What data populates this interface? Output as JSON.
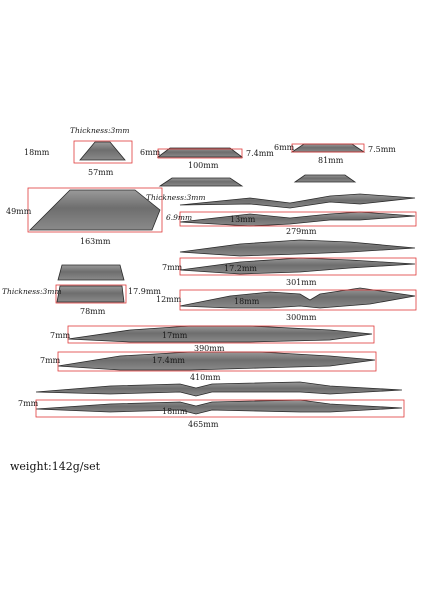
{
  "labels": {
    "thickness_a": "Thickness:3mm",
    "thickness_b": "Thickness:3mm",
    "thickness_c": "Thickness:3mm",
    "p1_h": "18mm",
    "p1_w": "57mm",
    "p2_h": "6mm",
    "p2_h2": "7.4mm",
    "p2_w": "100mm",
    "p3_h": "6mm",
    "p3_h2": "7.5mm",
    "p3_w": "81mm",
    "p4_h": "49mm",
    "p4_w": "163mm",
    "p5_h": "6.9mm",
    "p5_mid": "13mm",
    "p5_w": "279mm",
    "p6_h": "7mm",
    "p6_mid": "17.2mm",
    "p6_w": "301mm",
    "p7_h": "17.9mm",
    "p7_w": "78mm",
    "p8_h": "12mm",
    "p8_mid": "18mm",
    "p8_w": "300mm",
    "p9_h": "7mm",
    "p9_mid": "17mm",
    "p9_w": "390mm",
    "p10_h": "7mm",
    "p10_mid": "17.4mm",
    "p10_w": "410mm",
    "p11_h": "7mm",
    "p11_mid": "18mm",
    "p11_w": "465mm"
  },
  "weight": "weight:142g/set"
}
